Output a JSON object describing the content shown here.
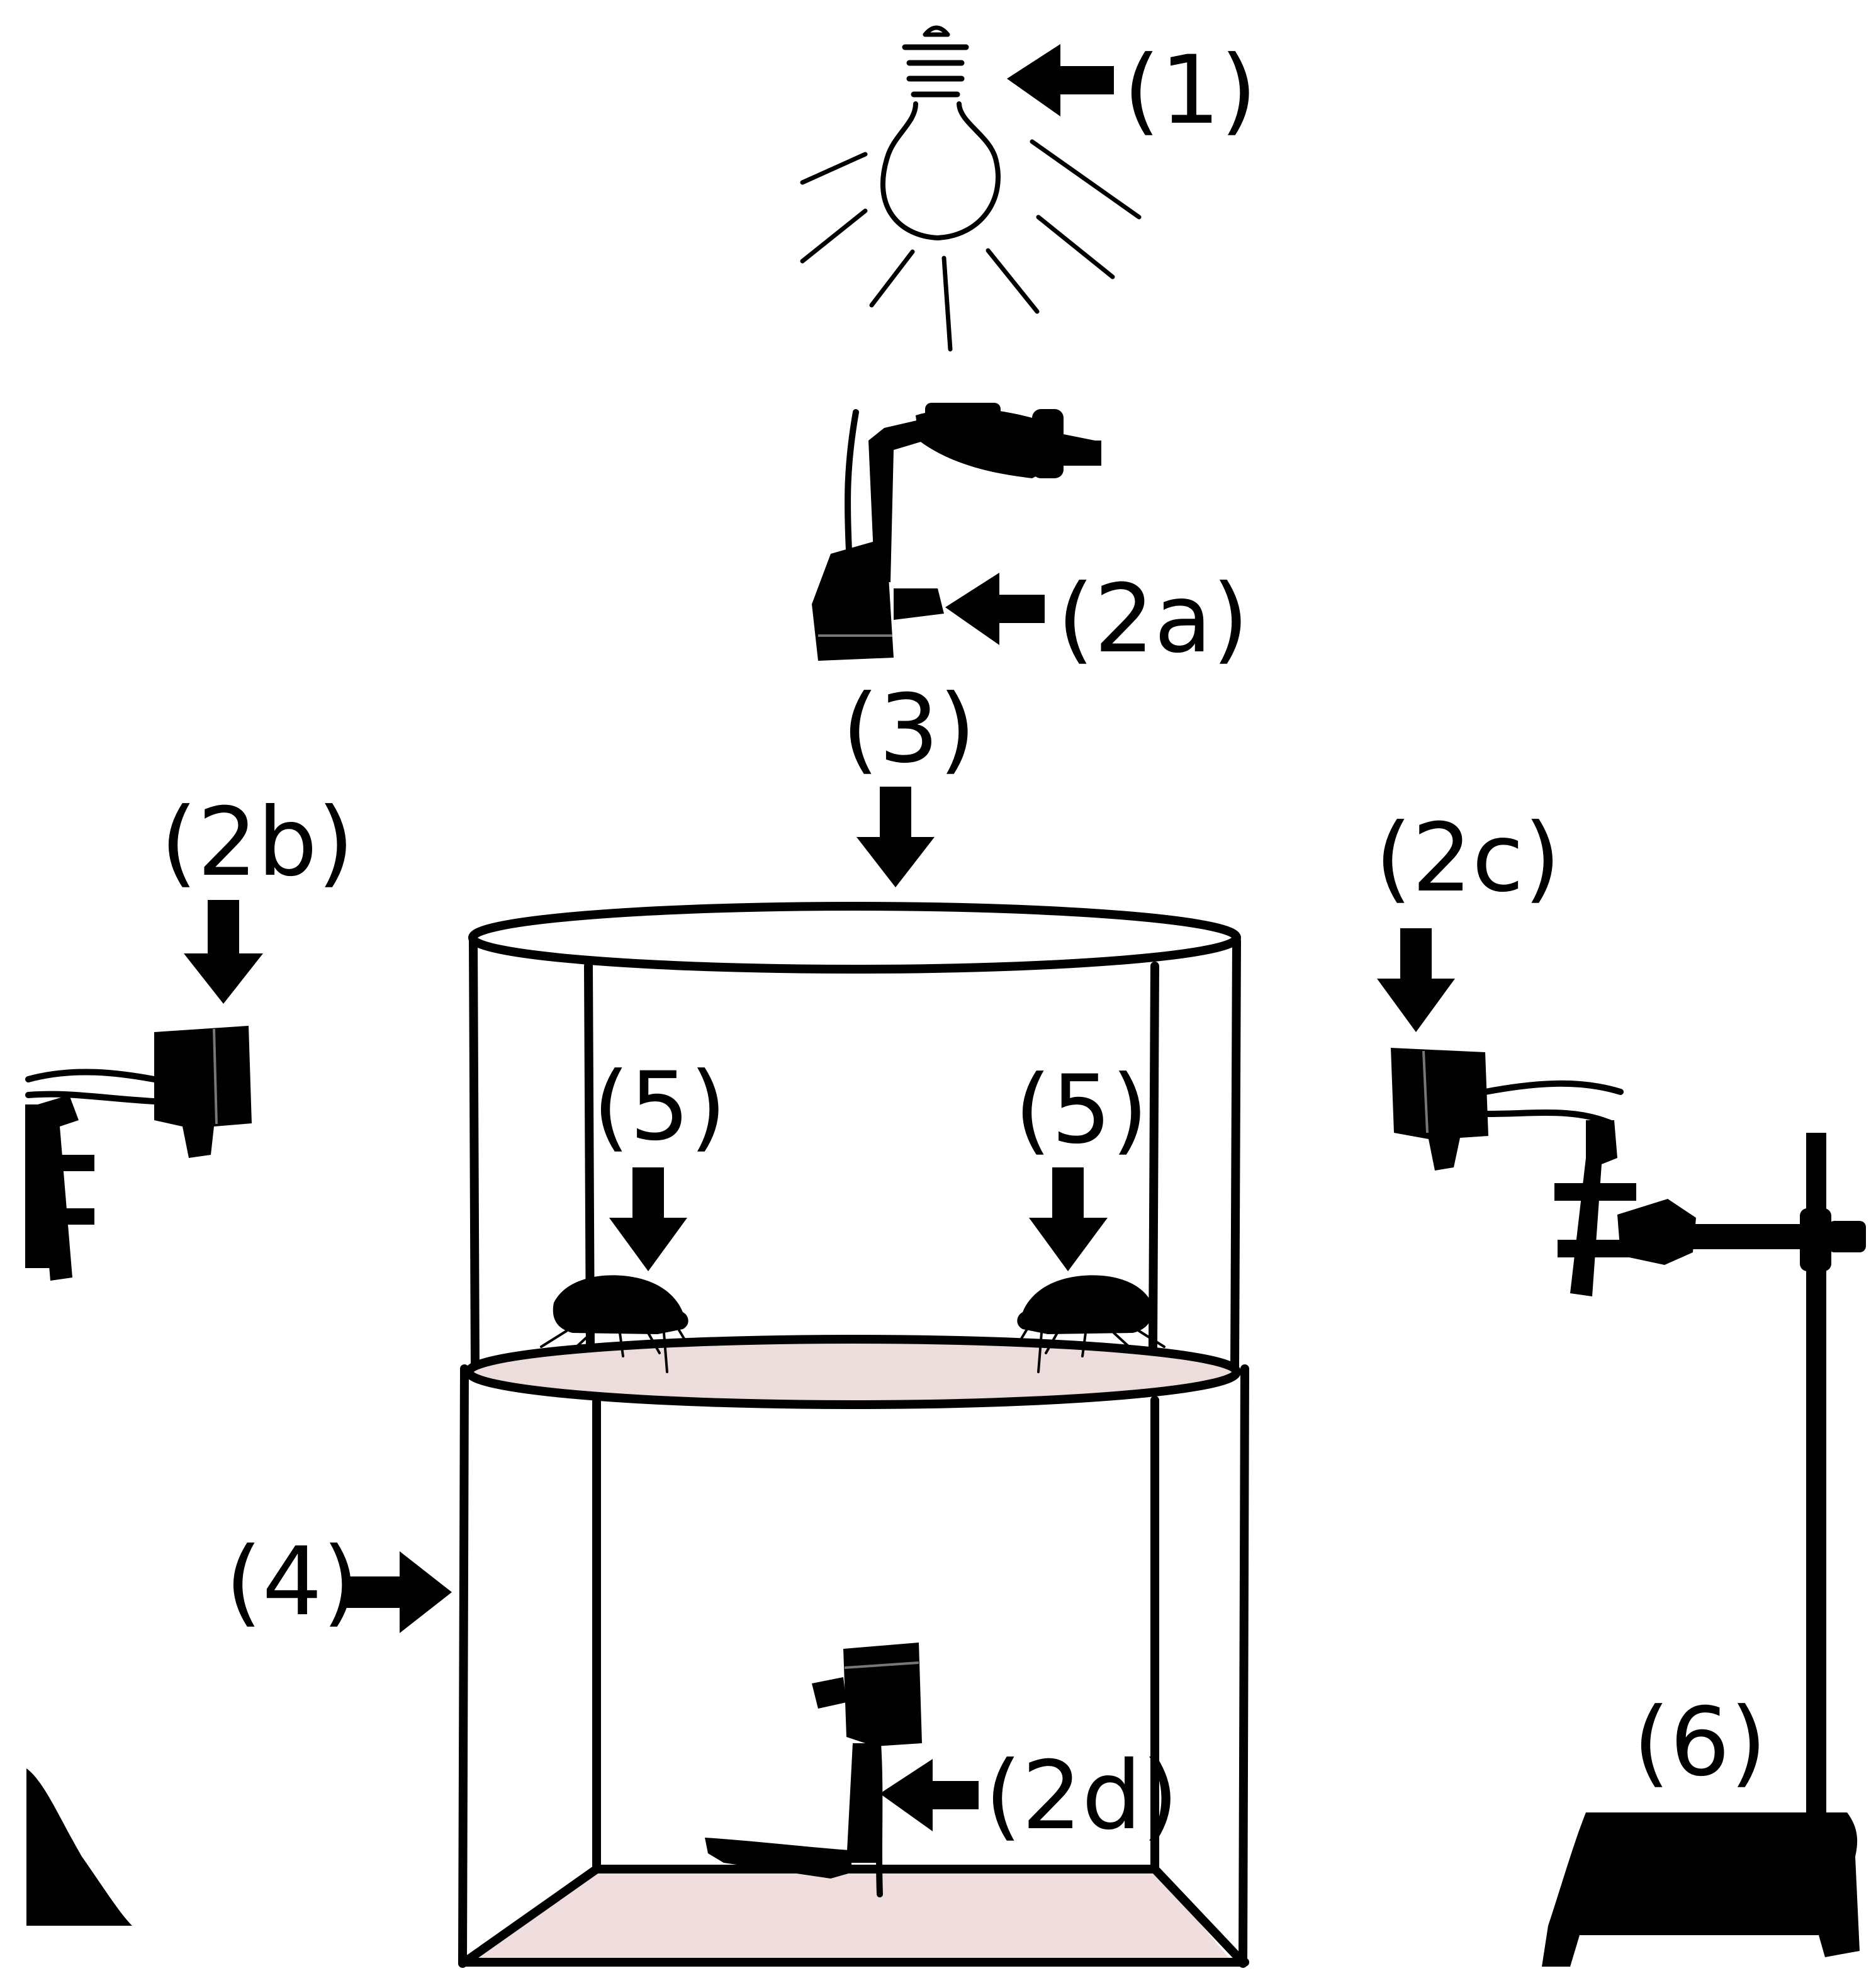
{
  "labels": {
    "light_bulb": "(1)",
    "camera_top": "(2a)",
    "camera_left": "(2b)",
    "camera_right": "(2c)",
    "camera_bottom": "(2d)",
    "arena": "(3)",
    "box": "(4)",
    "insect_left": "(5)",
    "insect_right": "(5)",
    "stand": "(6)"
  },
  "colors": {
    "line": "#000000",
    "platform_fill": "#ecdcdb",
    "floor_fill": "#efdedd",
    "background": "#ffffff"
  },
  "icons": {
    "light": "light-bulb-icon",
    "camera": "webcam-icon",
    "insect": "beetle-icon",
    "stand": "lab-stand-icon"
  }
}
